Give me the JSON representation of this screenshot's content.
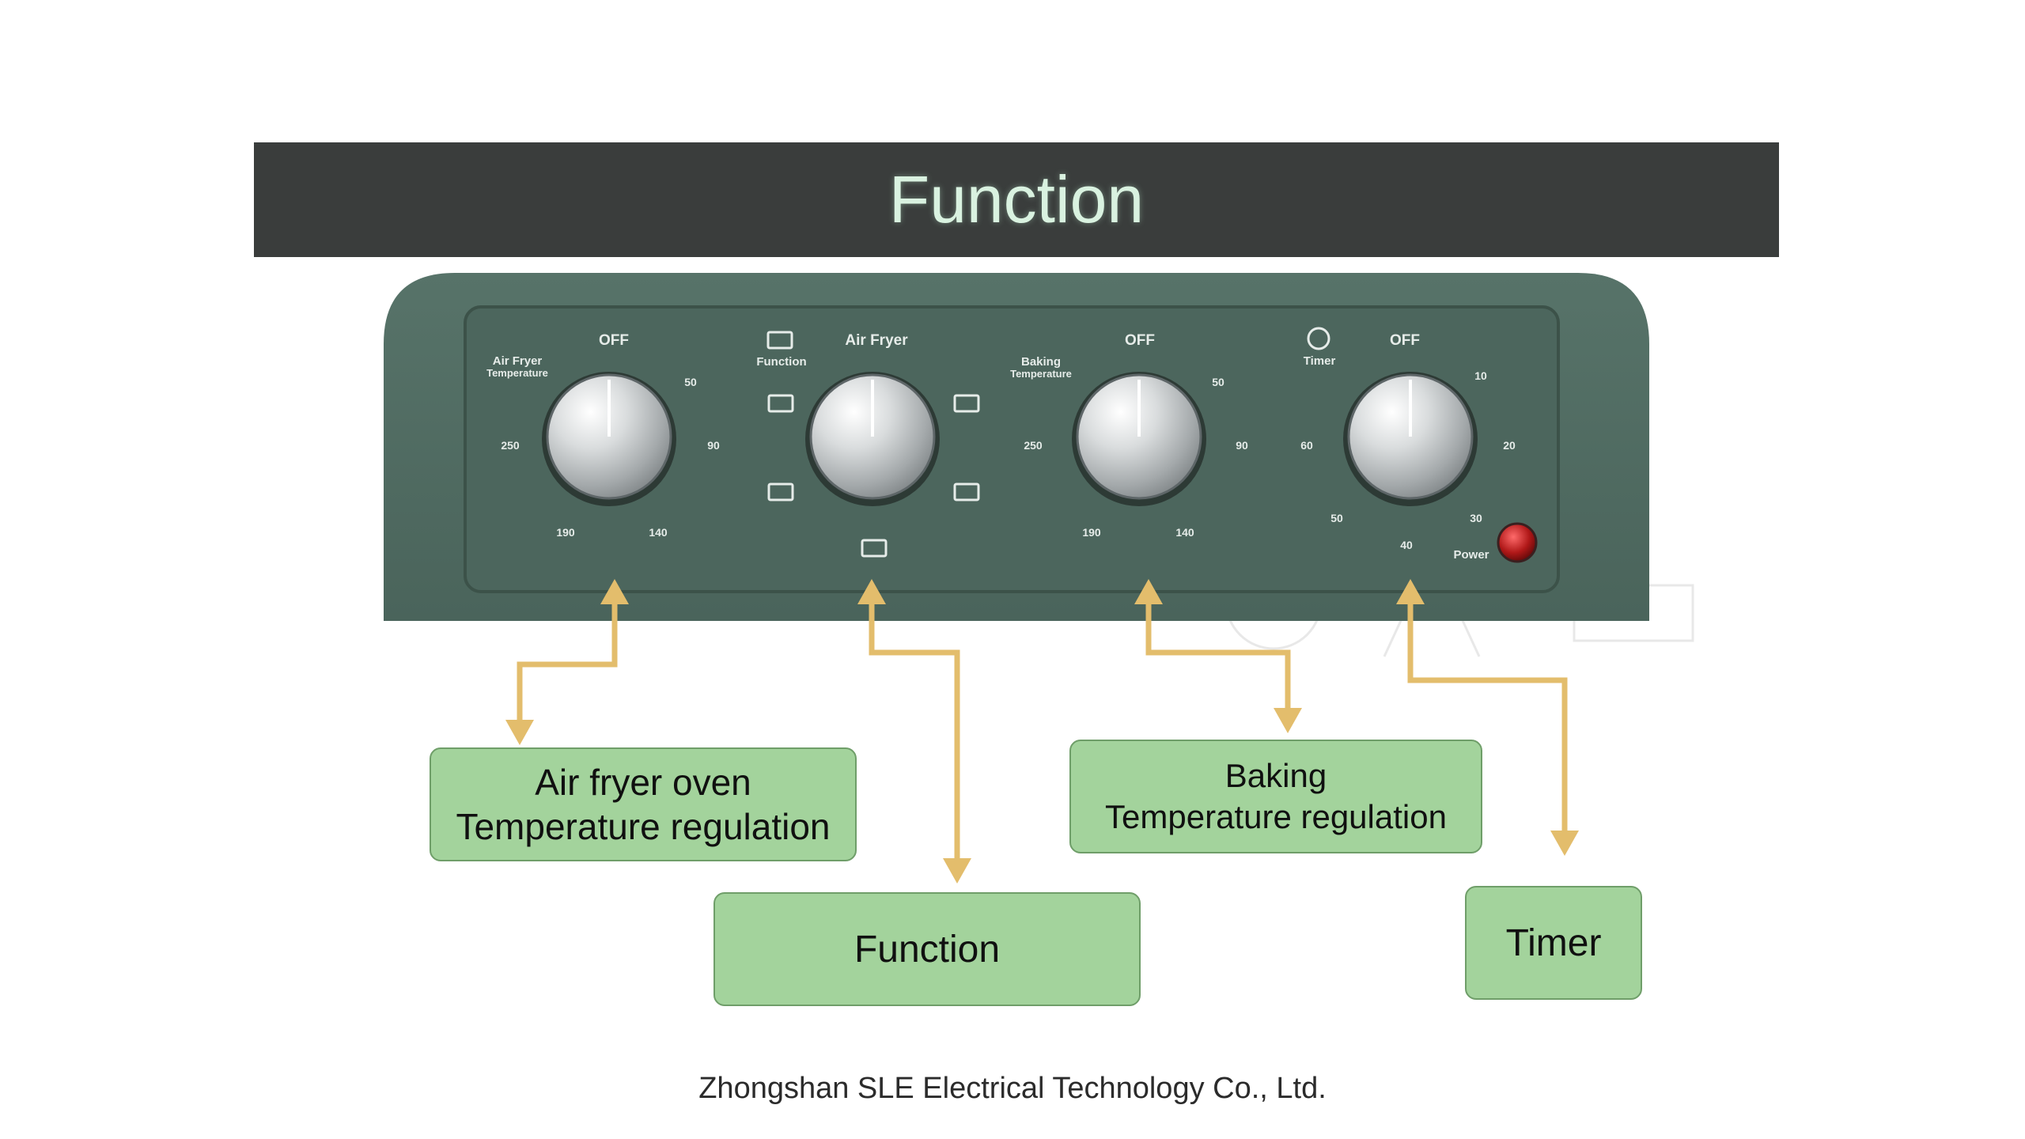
{
  "header": {
    "title": "Function"
  },
  "panel": {
    "knob1": {
      "title": "Air Fryer",
      "subtitle": "Temperature",
      "top": "OFF",
      "right_top": "50",
      "right": "90",
      "bottom_right": "140",
      "bottom_left": "190",
      "left": "250"
    },
    "knob2": {
      "label_top_left": "Function",
      "top": "Air Fryer"
    },
    "knob3": {
      "title": "Baking",
      "subtitle": "Temperature",
      "top": "OFF",
      "right_top": "50",
      "right": "90",
      "bottom_right": "140",
      "bottom_left": "190",
      "left": "250"
    },
    "knob4": {
      "title": "Timer",
      "top": "OFF",
      "right_top": "10",
      "right": "20",
      "bottom_right": "30",
      "bottom": "40",
      "bottom_left": "50",
      "left": "60"
    },
    "power_label": "Power"
  },
  "callouts": {
    "airfryer": {
      "line1": "Air fryer oven",
      "line2": "Temperature regulation"
    },
    "function": {
      "label": "Function"
    },
    "baking": {
      "line1": "Baking",
      "line2": "Temperature regulation"
    },
    "timer": {
      "label": "Timer"
    }
  },
  "footer": {
    "text": "Zhongshan SLE Electrical Technology Co., Ltd."
  },
  "colors": {
    "title_bar": "#3a3d3c",
    "panel": "#4f6a61",
    "callout_fill": "#a3d39c",
    "arrow": "#e3bd6c",
    "power_light": "#b01818"
  }
}
